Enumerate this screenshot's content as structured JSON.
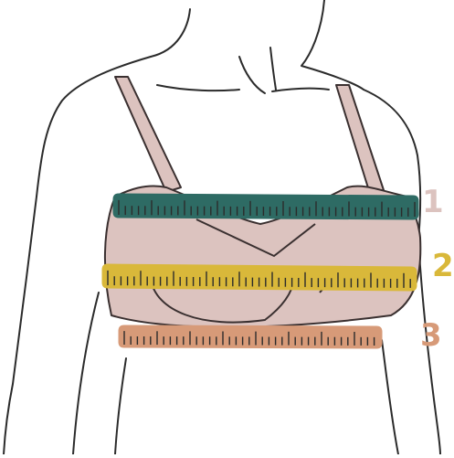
{
  "colors": {
    "background": "#ffffff",
    "outline": "#2b2b2b",
    "garment_fill": "#dcc3bf",
    "garment_stroke": "#3a3030",
    "tape_1": "#2e6b64",
    "tape_2": "#d9b83a",
    "tape_3": "#d79a78",
    "tick": "#2b2b2b"
  },
  "labels": [
    {
      "id": "1",
      "text": "1",
      "color": "#dcc3bf"
    },
    {
      "id": "2",
      "text": "2",
      "color": "#d9b83a"
    },
    {
      "id": "3",
      "text": "3",
      "color": "#d79a78"
    }
  ]
}
